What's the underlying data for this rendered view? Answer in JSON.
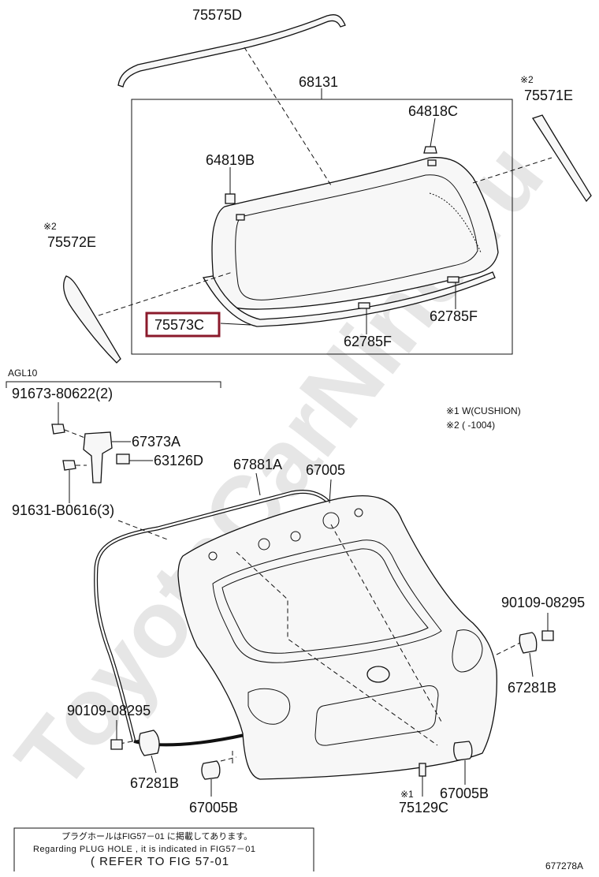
{
  "watermark": "ToyotaCarNine.ru",
  "labels": {
    "p75575D": "75575D",
    "p68131": "68131",
    "p64818C": "64818C",
    "p64819B": "64819B",
    "p75571E": "75571E",
    "p75572E": "75572E",
    "p75573C": "75573C",
    "p62785F_right": "62785F",
    "p62785F_bottom": "62785F",
    "p91673": "91673-80622(2)",
    "p67373A": "67373A",
    "p63126D": "63126D",
    "p91631": "91631-B0616(3)",
    "p67881A": "67881A",
    "p67005": "67005",
    "p90109_right": "90109-08295",
    "p67281B_right": "67281B",
    "p90109_left": "90109-08295",
    "p67281B_left": "67281B",
    "p67005B_left": "67005B",
    "p75129C": "75129C",
    "p67005B_right": "67005B"
  },
  "marks": {
    "star2_75571E": "※2",
    "star2_75572E": "※2",
    "star1_75129C": "※1"
  },
  "group_label": "AGL10",
  "legend": {
    "line1": "※1 W(CUSHION)",
    "line2": "※2 (      -1004)"
  },
  "note": {
    "jp": "プラグホールはFIG57－01 に掲載してあります。",
    "en": "Regarding PLUG HOLE , it is indicated in FIG57－01",
    "ref": "( REFER TO FIG 57-01"
  },
  "figure_code": "677278A",
  "highlight_color": "#8b1a2b"
}
